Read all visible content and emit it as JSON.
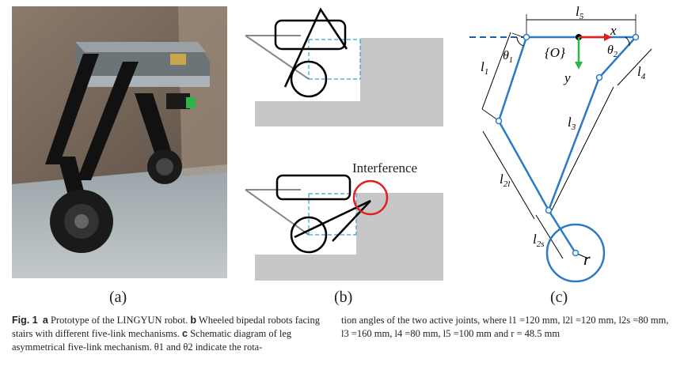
{
  "panels": {
    "a_label": "(a)",
    "b_label": "(b)",
    "c_label": "(c)"
  },
  "panel_b": {
    "interference_label": "Interference"
  },
  "panel_c": {
    "l5": "l5",
    "x": "x",
    "y": "y",
    "O": "{O}",
    "theta1": "θ1",
    "theta2": "θ2",
    "l1": "l1",
    "l4": "l4",
    "l3": "l3",
    "l2l": "l2l",
    "l2s": "l2s",
    "r": "r"
  },
  "caption": {
    "fig_label": "Fig. 1",
    "a": "a",
    "a_text": " Prototype of the LINGYUN robot. ",
    "b": "b",
    "b_text": " Wheeled bipedal robots facing stairs with different five-link mechanisms. ",
    "c": "c",
    "c_text": " Schematic diagram of leg asymmetrical five-link mechanism. θ1 and θ2 indicate the rota-",
    "right_text": "tion angles of the two active joints, where l1 =120 mm, l2l =120 mm, l2s =80 mm, l3 =160 mm, l4 =80 mm, l5 =100 mm and r = 48.5 mm"
  },
  "colors": {
    "link_blue": "#2a7bc4",
    "dashed_blue": "#1b5fa8",
    "gray_step": "#c7c7c7",
    "red": "#e0201c",
    "green": "#2db34a"
  }
}
